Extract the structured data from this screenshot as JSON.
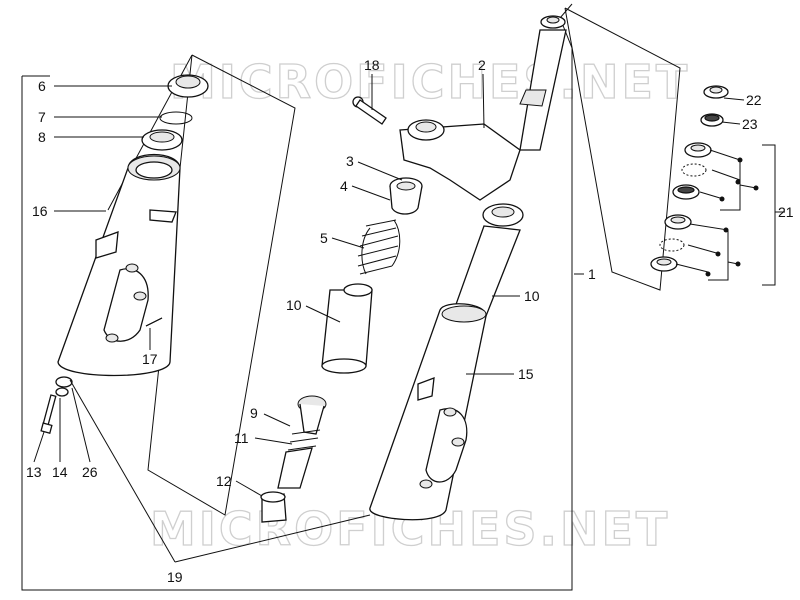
{
  "watermark": "MICROFICHES.NET",
  "labels": {
    "l1": "1",
    "l2": "2",
    "l3": "3",
    "l4": "4",
    "l5": "5",
    "l6": "6",
    "l7": "7",
    "l8": "8",
    "l9": "9",
    "l10a": "10",
    "l10b": "10",
    "l11": "11",
    "l12": "12",
    "l13": "13",
    "l14": "14",
    "l15": "15",
    "l16": "16",
    "l17": "17",
    "l18": "18",
    "l19": "19",
    "l21": "21",
    "l22": "22",
    "l23": "23",
    "l26": "26"
  }
}
